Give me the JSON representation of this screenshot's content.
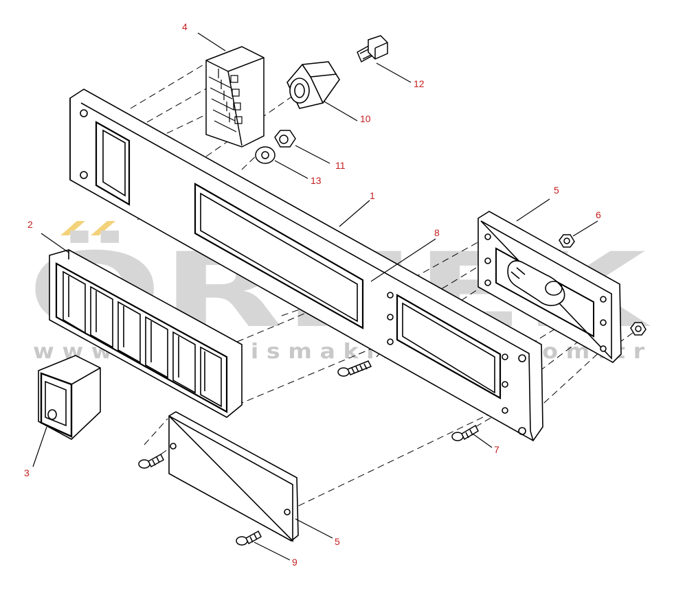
{
  "watermark": {
    "brand": "ÖRNEK",
    "url": "w w w . o r n e k i s m a k i n a l a r i . c o m . t r",
    "color": "#cfcfcf",
    "accent": "#f3d27a"
  },
  "callouts": [
    {
      "id": "c1",
      "label": "1"
    },
    {
      "id": "c2",
      "label": "2"
    },
    {
      "id": "c3",
      "label": "3"
    },
    {
      "id": "c4",
      "label": "4"
    },
    {
      "id": "c5a",
      "label": "5"
    },
    {
      "id": "c5b",
      "label": "5"
    },
    {
      "id": "c6",
      "label": "6"
    },
    {
      "id": "c7",
      "label": "7"
    },
    {
      "id": "c8",
      "label": "8"
    },
    {
      "id": "c9",
      "label": "9"
    },
    {
      "id": "c10",
      "label": "10"
    },
    {
      "id": "c11",
      "label": "11"
    },
    {
      "id": "c12",
      "label": "12"
    },
    {
      "id": "c13",
      "label": "13"
    }
  ],
  "colors": {
    "line": "#000000",
    "label": "#c41e1e",
    "background": "#ffffff"
  }
}
